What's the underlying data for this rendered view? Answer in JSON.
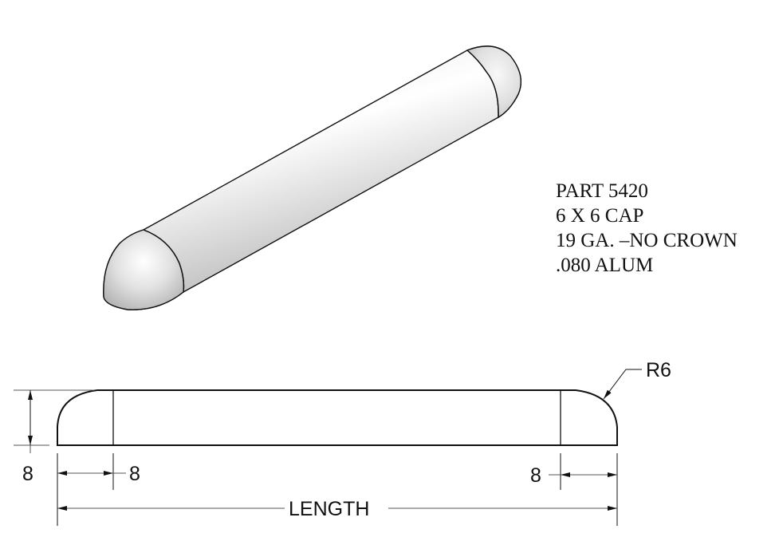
{
  "notes": {
    "part": "PART 5420",
    "size": "6 X 6 CAP",
    "gauge": "19 GA. –NO CROWN",
    "material": ".080 ALUM"
  },
  "dimensions": {
    "height": "8",
    "left_end": "8",
    "right_end": "8",
    "radius": "R6",
    "overall": "LENGTH"
  },
  "views": {
    "isometric": "3d-shaded-cap",
    "profile": "side-elevation"
  },
  "colors": {
    "line": "#111111",
    "dim_line": "#555555",
    "shade_light": "#ffffff",
    "shade_dark": "#b4b4b4"
  }
}
